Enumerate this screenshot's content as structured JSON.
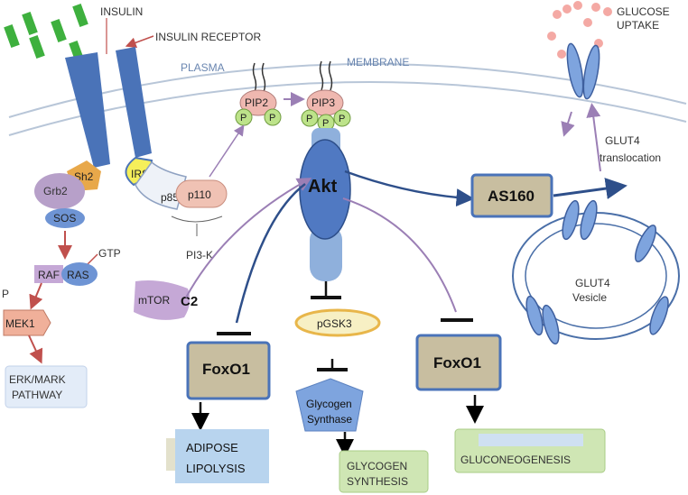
{
  "labels": {
    "insulin": "INSULIN",
    "insulin_receptor": "INSULIN RECEPTOR",
    "plasma": "PLASMA",
    "membrane": "MEMBRANE",
    "glucose_uptake_1": "GLUCOSE",
    "glucose_uptake_2": "UPTAKE",
    "pip2": "PIP2",
    "pip3": "PIP3",
    "phosphate": "P",
    "sh2": "Sh2",
    "grb2": "Grb2",
    "sos": "SOS",
    "irs": "IRS",
    "p85": "p85",
    "p110": "p110",
    "pi3k": "PI3-K",
    "akt": "Akt",
    "as160": "AS160",
    "glut4_translocation_1": "GLUT4",
    "glut4_translocation_2": "translocation",
    "glut4_vesicle_1": "GLUT4",
    "glut4_vesicle_2": "Vesicle",
    "gtp": "GTP",
    "raf": "RAF",
    "ras": "RAS",
    "mek1": "MEK1",
    "erk_mark_1": "ERK/MARK",
    "erk_mark_2": "PATHWAY",
    "mtor": "mTOR",
    "c2": "C2",
    "pgsk3": "pGSK3",
    "foxo1_left": "FoxO1",
    "foxo1_right": "FoxO1",
    "glycogen_synthase_1": "Glycogen",
    "glycogen_synthase_2": "Synthase",
    "adipose_lipolysis_1": "ADIPOSE",
    "adipose_lipolysis_2": "LIPOLYSIS",
    "glycogen_synthesis_1": "GLYCOGEN",
    "glycogen_synthesis_2": "SYNTHESIS",
    "gluconeogenesis": "GLUCONEOGENESIS"
  }
}
